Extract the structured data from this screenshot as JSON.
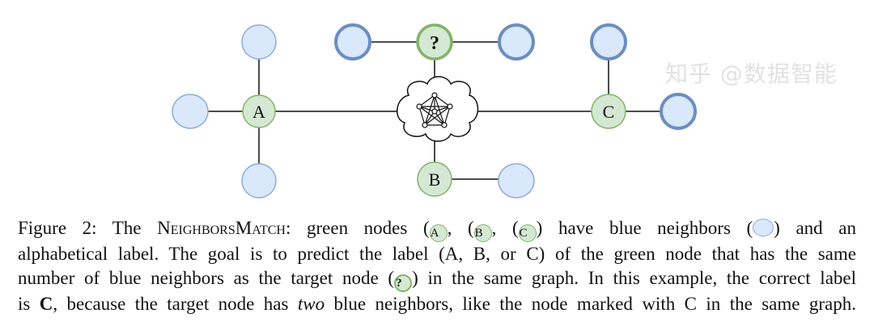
{
  "figure": {
    "nodes": {
      "a_label": "A",
      "b_label": "B",
      "c_label": "C",
      "target_label": "?"
    },
    "colors": {
      "green_fill": "#d5e8d4",
      "green_stroke": "#82b366",
      "blue_fill": "#dae8fc",
      "blue_stroke_light": "#8eaadb",
      "blue_stroke_dark": "#6c8ebf"
    }
  },
  "caption": {
    "l1_prefix": "Figure 2: The ",
    "l1_sc": "NeighborsMatch",
    "l1_mid": ": green nodes (",
    "inline_a": "A",
    "comma1": "), (",
    "inline_b": "B",
    "comma2": "), (",
    "inline_c": "C",
    "l1_mid2": ") have blue neighbors (",
    "l1_end": ") and an",
    "l2": "alphabetical label. The goal is to predict the label (A, B, or C) of the green node that has the same",
    "l3_prefix": "number of blue neighbors as the target node (",
    "inline_q": "?",
    "l3_end": ") in the same graph. In this example, the correct label",
    "l4_prefix": "is ",
    "l4_bold": "C",
    "l4_mid": ", because the target node has ",
    "l4_ital": "two",
    "l4_end": " blue neighbors, like the node marked with C in the same graph."
  },
  "watermark": "知乎 @数据智能"
}
